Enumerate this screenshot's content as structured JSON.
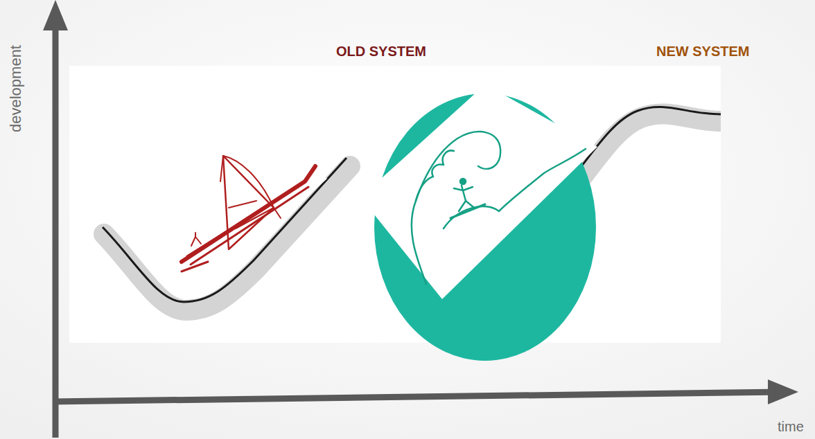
{
  "diagram": {
    "labels": [
      "development",
      "OLD SYSTEM",
      "NEW SYSTEM",
      "time"
    ]
  }
}
